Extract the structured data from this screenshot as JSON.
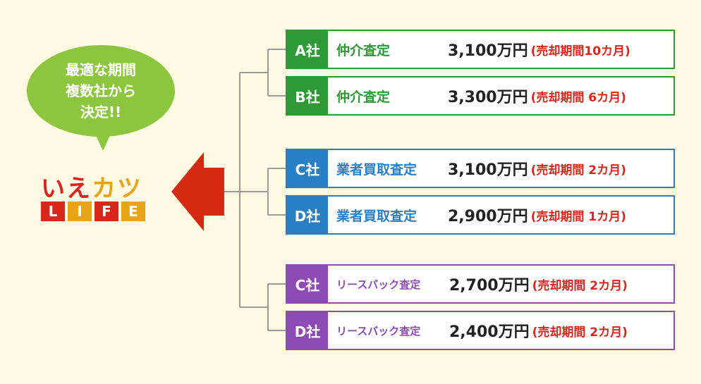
{
  "bubble": {
    "lines": [
      "最適な期間",
      "複数社から",
      "決定!!"
    ]
  },
  "logo": {
    "top": [
      {
        "char": "い",
        "color": "#d9251c"
      },
      {
        "char": "え",
        "color": "#d9251c"
      },
      {
        "char": "カ",
        "color": "#e8a317"
      },
      {
        "char": "ツ",
        "color": "#e8a317"
      }
    ],
    "bottom": [
      {
        "char": "L",
        "color": "#d9251c"
      },
      {
        "char": "I",
        "color": "#e8a317"
      },
      {
        "char": "F",
        "color": "#d9251c"
      },
      {
        "char": "E",
        "color": "#e8a317"
      }
    ]
  },
  "arrow_color": "#d42a12",
  "rows": [
    {
      "company": "A社",
      "kind": "仲介査定",
      "price": "3,100万円",
      "period": "(売却期間10カ月)",
      "color": "#2e9a35"
    },
    {
      "company": "B社",
      "kind": "仲介査定",
      "price": "3,300万円",
      "period": "(売却期間 6カ月)",
      "color": "#2e9a35"
    },
    {
      "company": "C社",
      "kind": "業者買取査定",
      "price": "3,100万円",
      "period": "(売却期間 2カ月)",
      "color": "#2a7fc4"
    },
    {
      "company": "D社",
      "kind": "業者買取査定",
      "price": "2,900万円",
      "period": "(売却期間 1カ月)",
      "color": "#2a7fc4"
    },
    {
      "company": "C社",
      "kind": "リースバック査定",
      "price": "2,700万円",
      "period": "(売却期間 2カ月)",
      "color": "#8e4ab5"
    },
    {
      "company": "D社",
      "kind": "リースバック査定",
      "price": "2,400万円",
      "period": "(売却期間 2カ月)",
      "color": "#8e4ab5"
    }
  ]
}
